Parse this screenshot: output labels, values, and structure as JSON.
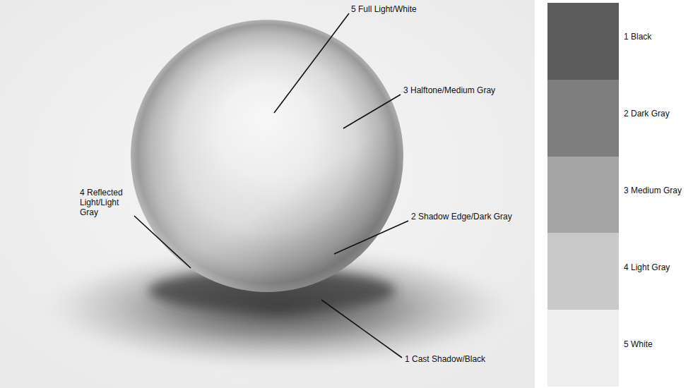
{
  "diagram": {
    "labels": [
      "5 Full Light/White",
      "3 Halftone/Medium Gray",
      "4 Reflected Light/Light Gray",
      "2 Shadow Edge/Dark Gray",
      "1 Cast Shadow/Black"
    ],
    "legend": [
      {
        "text": "1 Black",
        "color": "#5c5c5c"
      },
      {
        "text": "2 Dark Gray",
        "color": "#7e7e7e"
      },
      {
        "text": "3 Medium Gray",
        "color": "#a5a5a5"
      },
      {
        "text": "4 Light Gray",
        "color": "#c9c9c9"
      },
      {
        "text": "5 White",
        "color": "#eeeeee"
      }
    ]
  }
}
